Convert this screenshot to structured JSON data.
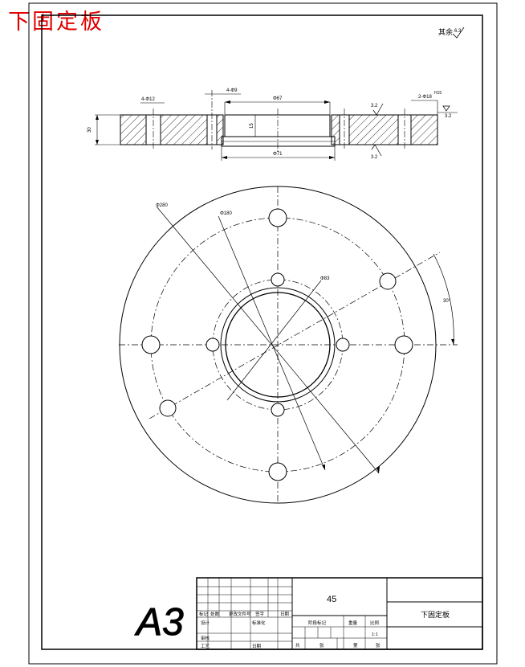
{
  "header": {
    "title": "下固定板",
    "roughness_label": "其余",
    "roughness_value": "6.3"
  },
  "section_view": {
    "holes_small": "4-Φ12",
    "holes_tiny": "4-Φ9",
    "bore": "Φ67",
    "thickness": "30",
    "step_depth": "15",
    "boss_diameter": "Φ71",
    "surface_left": "3.2",
    "surface_bottom": "3.2",
    "holes_right": "2-Φ18",
    "depth_right": "H15",
    "surface_right": "3.2"
  },
  "plan_view": {
    "outer_diameter": "Φ280",
    "bolt_circle": "Φ180",
    "inner_circle": "Φ83",
    "angle": "30°"
  },
  "title_block": {
    "paper_size": "A3",
    "material": "45",
    "part_name": "下固定板",
    "labels": [
      "标记",
      "处数",
      "更改文件号",
      "签字",
      "日期",
      "设计",
      "标准化",
      "审核",
      "工艺",
      "日期",
      "阶段标记",
      "重量",
      "比例",
      "共",
      "张",
      "第",
      "张"
    ],
    "scale": "1:1"
  }
}
